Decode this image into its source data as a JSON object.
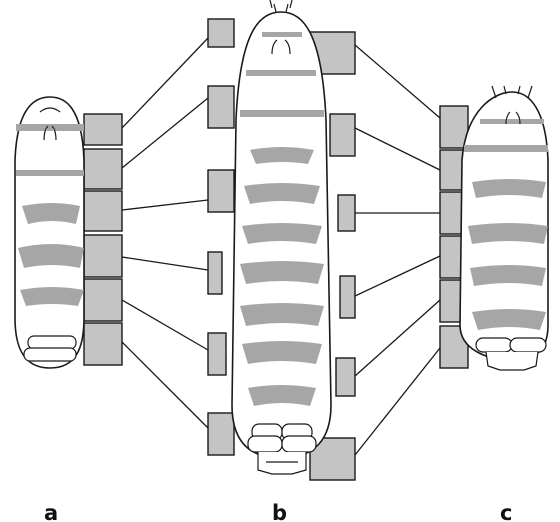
{
  "labels": {
    "a": "a",
    "b": "b",
    "c": "c"
  },
  "colors": {
    "stripe": "#a6a6a6",
    "box": "#c4c4c4",
    "line": "#1a1a1a"
  }
}
